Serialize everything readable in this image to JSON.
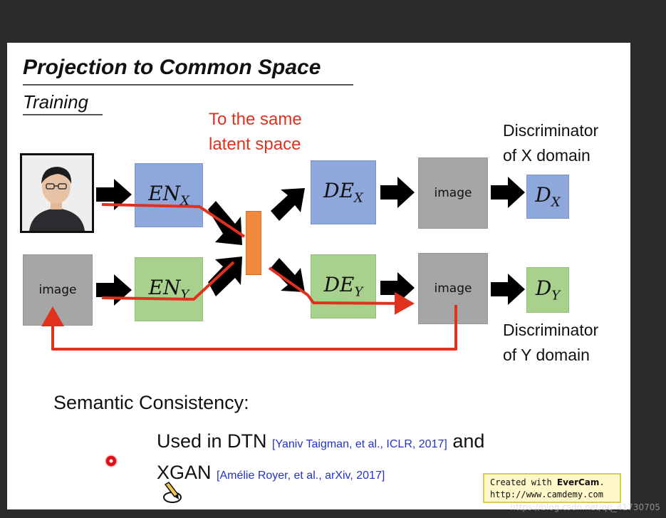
{
  "slide": {
    "title": "Projection to Common Space",
    "subtitle": "Training",
    "latent_label_line1": "To the same",
    "latent_label_line2": "latent space",
    "encoder_x": {
      "base": "EN",
      "sub": "X"
    },
    "encoder_y": {
      "base": "EN",
      "sub": "Y"
    },
    "decoder_x": {
      "base": "DE",
      "sub": "X"
    },
    "decoder_y": {
      "base": "DE",
      "sub": "Y"
    },
    "disc_x": {
      "base": "D",
      "sub": "X"
    },
    "disc_y": {
      "base": "D",
      "sub": "Y"
    },
    "image_label": "image",
    "disc_x_label_line1": "Discriminator",
    "disc_x_label_line2": "of X domain",
    "disc_y_label_line1": "Discriminator",
    "disc_y_label_line2": "of Y domain",
    "semantic_heading": "Semantic Consistency:",
    "used_line1_text": "Used in DTN ",
    "used_line1_cite": "[Yaniv Taigman, et al., ICLR, 2017]",
    "used_line1_tail": " and",
    "used_line2_text": "XGAN ",
    "used_line2_cite": "[Amélie Royer, et al., arXiv, 2017]",
    "watermark_line1_prefix": "Created with ",
    "watermark_line1_brand": "EverCam",
    "watermark_line1_suffix": ".",
    "watermark_line2": "http://www.camdemy.com"
  },
  "overlay": {
    "csdn_watermark": "https://blog.csdn.net/qq_41730705"
  },
  "colors": {
    "encoder_x_fill": "#8fa8dc",
    "encoder_y_fill": "#a9d18e",
    "image_fill": "#a6a6a6",
    "latent_fill": "#f2883a",
    "annotation_red": "#e0301e",
    "citation_blue": "#2233cc"
  }
}
